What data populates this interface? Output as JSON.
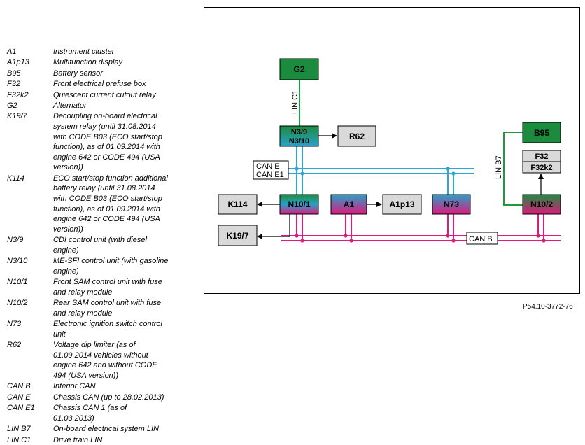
{
  "legend": [
    {
      "code": "A1",
      "lines": [
        "Instrument cluster"
      ]
    },
    {
      "code": "A1p13",
      "lines": [
        "Multifunction display"
      ]
    },
    {
      "code": "B95",
      "lines": [
        "Battery sensor"
      ]
    },
    {
      "code": "F32",
      "lines": [
        "Front electrical prefuse box"
      ]
    },
    {
      "code": "F32k2",
      "lines": [
        "Quiescent current cutout relay"
      ]
    },
    {
      "code": "G2",
      "lines": [
        "Alternator"
      ]
    },
    {
      "code": "K19/7",
      "lines": [
        "Decoupling on-board electrical",
        "system relay (until 31.08.2014",
        "with CODE B03 (ECO start/stop",
        "function), as of 01.09.2014 with",
        "engine 642 or CODE 494 (USA",
        "version))"
      ]
    },
    {
      "code": "K114",
      "lines": [
        "ECO start/stop function additional",
        "battery relay (until 31.08.2014",
        "with CODE B03 (ECO start/stop",
        "function), as of 01.09.2014 with",
        "engine 642 or CODE 494 (USA",
        "version))"
      ]
    },
    {
      "code": "N3/9",
      "lines": [
        "CDI control unit (with diesel",
        "engine)"
      ]
    },
    {
      "code": "N3/10",
      "lines": [
        "ME-SFI control unit (with gasoline",
        "engine)"
      ]
    },
    {
      "code": "N10/1",
      "lines": [
        "Front SAM control unit with fuse",
        "and relay module"
      ]
    },
    {
      "code": "N10/2",
      "lines": [
        "Rear SAM control unit with fuse",
        "and relay module"
      ]
    },
    {
      "code": "N73",
      "lines": [
        "Electronic ignition switch control",
        "unit"
      ]
    },
    {
      "code": "R62",
      "lines": [
        "Voltage dip limiter (as of",
        "01.09.2014 vehicles without",
        "engine 642 and without CODE",
        "494 (USA version))"
      ]
    },
    {
      "code": "CAN B",
      "lines": [
        "Interior CAN"
      ]
    },
    {
      "code": "CAN E",
      "lines": [
        "Chassis CAN (up to 28.02.2013)"
      ]
    },
    {
      "code": "CAN E1",
      "lines": [
        "Chassis CAN 1 (as of",
        "01.03.2013)"
      ]
    },
    {
      "code": "LIN B7",
      "lines": [
        "On-board electrical system LIN"
      ]
    },
    {
      "code": "LIN C1",
      "lines": [
        "Drive train LIN"
      ]
    }
  ],
  "diagram": {
    "G2": "G2",
    "N3_9": "N3/9",
    "N3_10": "N3/10",
    "R62": "R62",
    "B95": "B95",
    "F32": "F32",
    "F32k2": "F32k2",
    "K114": "K114",
    "N10_1": "N10/1",
    "A1": "A1",
    "A1p13": "A1p13",
    "N73": "N73",
    "N10_2": "N10/2",
    "K19_7": "K19/7",
    "CAN_E": "CAN E",
    "CAN_E1": "CAN E1",
    "CAN_B": "CAN B",
    "LIN_C1": "LIN C1",
    "LIN_B7": "LIN B7",
    "colors": {
      "can_e": "#2fa6d6",
      "can_b": "#e0197d",
      "lin": "#1f9a3c",
      "module_green": "#1b8c3e",
      "module_gray": "#d9d9d9"
    }
  },
  "figure_code": "P54.10-3772-76"
}
